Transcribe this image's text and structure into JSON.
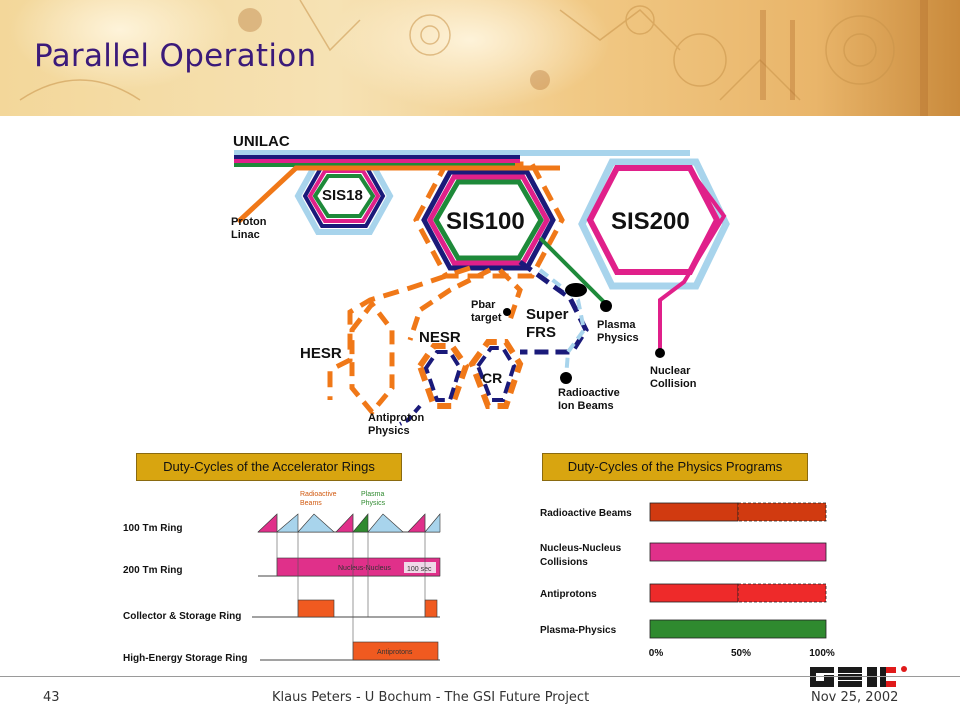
{
  "slide": {
    "title": "Parallel Operation",
    "page_number": "43",
    "footer_text": "Klaus Peters - U Bochum - The GSI Future Project",
    "date": "Nov 25, 2002",
    "logo_text": "GSI"
  },
  "facility": {
    "unilac": "UNILAC",
    "sis18": "SIS18",
    "sis100": "SIS100",
    "sis200": "SIS200",
    "proton_linac": [
      "Proton",
      "Linac"
    ],
    "hesr": "HESR",
    "nesr": "NESR",
    "cr": "CR",
    "pbar_target": [
      "Pbar",
      "target"
    ],
    "super_frs": [
      "Super",
      "FRS"
    ],
    "plasma_physics": [
      "Plasma",
      "Physics"
    ],
    "nuclear_collision": [
      "Nuclear",
      "Collision"
    ],
    "radioactive_ion_beams": [
      "Radioactive",
      "Ion Beams"
    ],
    "antiproton_physics": [
      "Antiproton",
      "Physics"
    ]
  },
  "accelerator_duty": {
    "header": "Duty-Cycles of the Accelerator Rings",
    "rows": [
      "100 Tm Ring",
      "200 Tm Ring",
      "Collector & Storage Ring",
      "High-Energy Storage Ring"
    ],
    "top_labels": [
      [
        "Radioactive",
        "Beams"
      ],
      [
        "Plasma",
        "Physics"
      ]
    ],
    "nucleus_label": "Nucleus-Nucleus",
    "sec_label": "100 sec",
    "antiprotons_label": "Antiprotons"
  },
  "physics_duty": {
    "header": "Duty-Cycles of the  Physics Programs",
    "programs": [
      {
        "label": [
          "Radioactive Beams"
        ],
        "fraction": 1.0,
        "split": 0.5,
        "dashed_second_half": true,
        "color": "#d13a10"
      },
      {
        "label": [
          "Nucleus-Nucleus",
          "Collisions"
        ],
        "fraction": 1.0,
        "split": null,
        "dashed_second_half": false,
        "color": "#e0308a"
      },
      {
        "label": [
          "Antiprotons"
        ],
        "fraction": 1.0,
        "split": 0.5,
        "dashed_second_half": true,
        "color": "#ee2a2a"
      },
      {
        "label": [
          "Plasma-Physics"
        ],
        "fraction": 1.0,
        "split": null,
        "dashed_second_half": false,
        "color": "#2f8a2f"
      }
    ],
    "axis_ticks": [
      "0%",
      "50%",
      "100%"
    ]
  },
  "colors": {
    "orange": "#f07818",
    "magenta": "#e0208a",
    "green": "#1e8a3a",
    "navy": "#1a1a7a",
    "lightblue": "#a8d4ec",
    "gold": "#d8a510",
    "title": "#3b1a7a"
  }
}
